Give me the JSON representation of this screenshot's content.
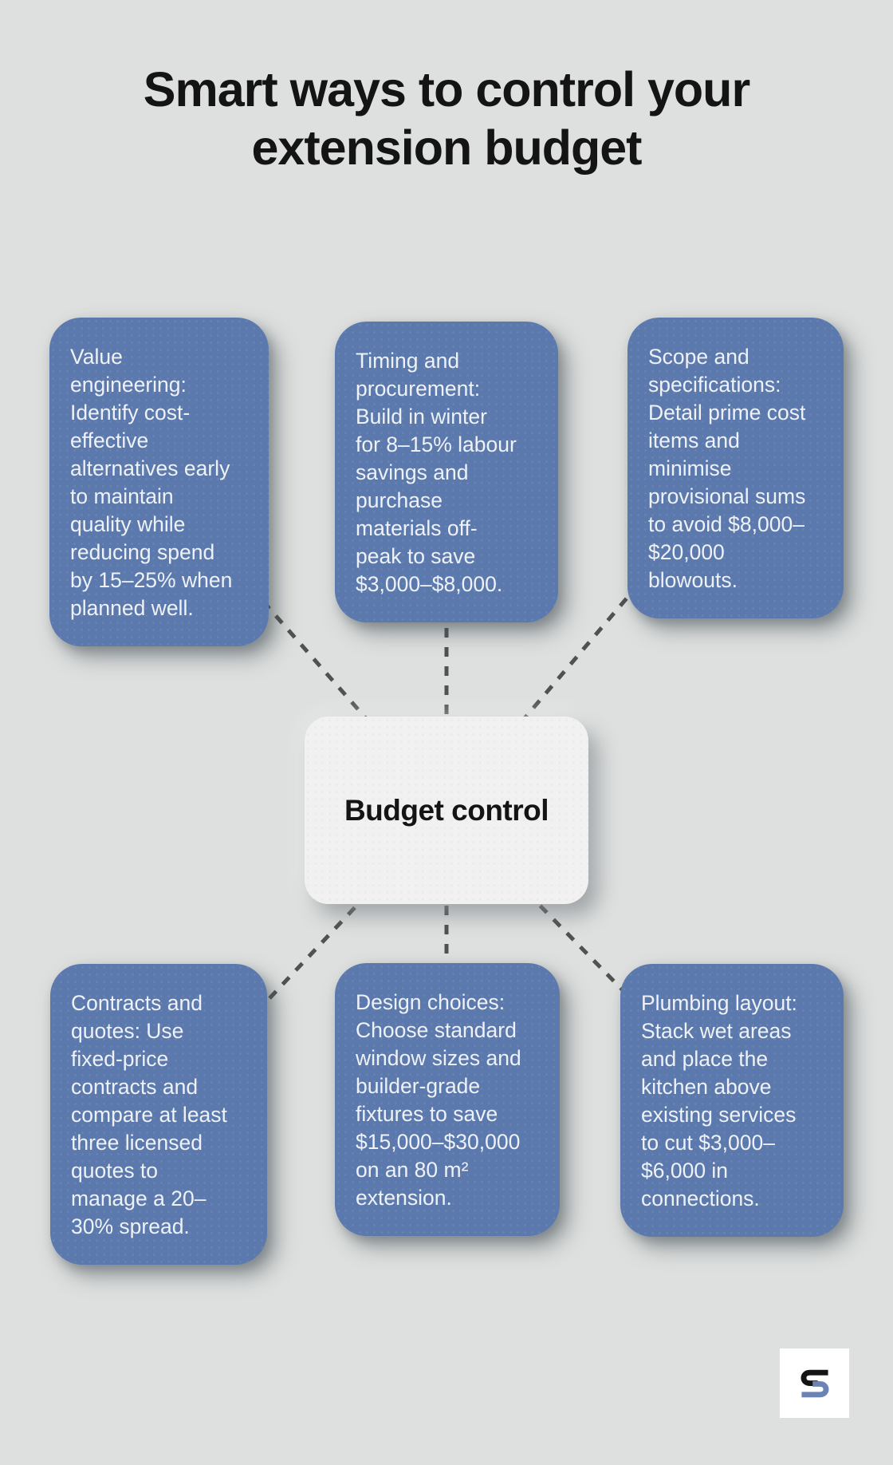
{
  "title": "Smart ways to control your\nextension budget",
  "center": {
    "label": "Budget control"
  },
  "topics": [
    {
      "id": "value-engineering",
      "text": "Value\nengineering:\nIdentify cost-\neffective\nalternatives early\nto maintain\nquality while\nreducing spend\nby 15–25% when\nplanned well."
    },
    {
      "id": "timing-procurement",
      "text": "Timing and\nprocurement:\nBuild in winter\nfor 8–15% labour\nsavings and\npurchase\nmaterials off-\npeak to save\n$3,000–$8,000."
    },
    {
      "id": "scope-specifications",
      "text": "Scope and\nspecifications:\nDetail prime cost\nitems and\nminimise\nprovisional sums\nto avoid $8,000–\n$20,000\nblowouts."
    },
    {
      "id": "contracts-quotes",
      "text": "Contracts and\nquotes: Use\nfixed-price\ncontracts and\ncompare at least\nthree licensed\nquotes to\nmanage a 20–\n30% spread."
    },
    {
      "id": "design-choices",
      "text": "Design choices:\nChoose standard\nwindow sizes and\nbuilder-grade\nfixtures to save\n$15,000–$30,000\non an 80 m²\nextension."
    },
    {
      "id": "plumbing-layout",
      "text": "Plumbing layout:\nStack wet areas\nand place the\nkitchen above\nexisting services\nto cut $3,000–\n$6,000 in\nconnections."
    }
  ],
  "colors": {
    "background": "#dee0df",
    "title_text": "#141414",
    "node_fill": "#5c79ad",
    "node_text": "#eef2f7",
    "center_fill": "#f0f1f0",
    "center_text": "#141414",
    "connector": "#4f524f",
    "logo_dark": "#141414",
    "logo_blue": "#6b83b5"
  },
  "logo": {
    "icon": "s-monogram-icon"
  }
}
